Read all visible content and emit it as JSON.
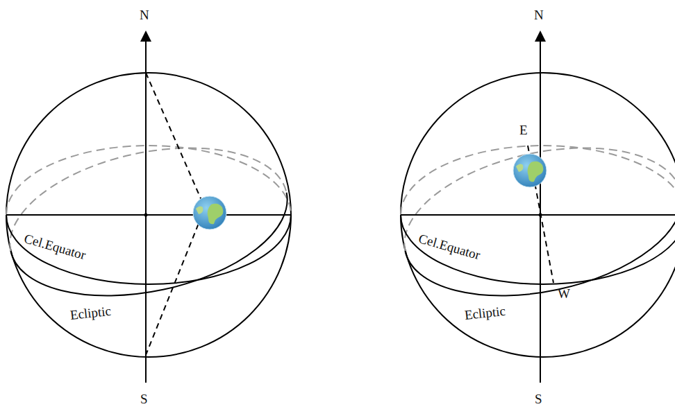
{
  "diagram": {
    "labels": [
      "N",
      "S",
      "Cel.Equator",
      "Ecliptic",
      "N",
      "E",
      "W",
      "Cel.Equator",
      "Ecliptic",
      "S"
    ]
  }
}
